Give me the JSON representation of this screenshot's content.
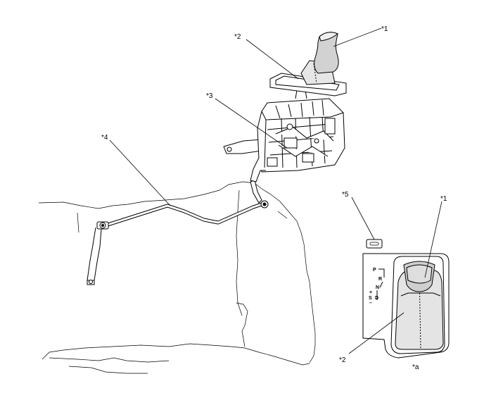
{
  "callouts": {
    "c1_top": "*1",
    "c2_top": "*2",
    "c3": "*3",
    "c4": "*4",
    "c5": "*5",
    "c1_inset": "*1",
    "c2_inset": "*2",
    "ca": "*a"
  },
  "gate_labels": {
    "p": "P",
    "r": "R",
    "n": "N",
    "plus": "+",
    "s": "S",
    "d": "D",
    "minus": "–"
  },
  "colors": {
    "line": "#000000",
    "background": "#ffffff"
  }
}
